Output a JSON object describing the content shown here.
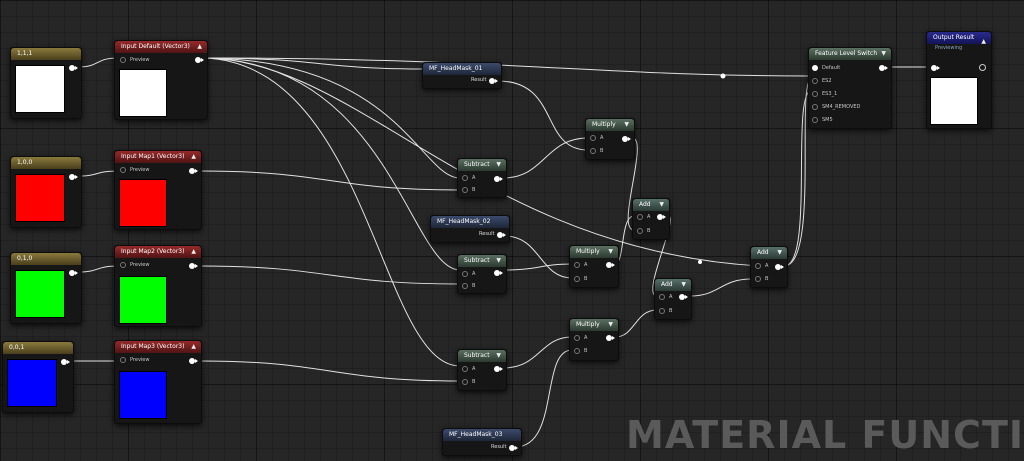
{
  "constants": [
    {
      "id": "c0",
      "title": "1,1,1",
      "color": "#ffffff"
    },
    {
      "id": "c1",
      "title": "1,0,0",
      "color": "#ff0000"
    },
    {
      "id": "c2",
      "title": "0,1,0",
      "color": "#00ff00"
    },
    {
      "id": "c3",
      "title": "0,0,1",
      "color": "#0000ff"
    }
  ],
  "inputs": [
    {
      "id": "i0",
      "title": "Input Default (Vector3)",
      "preview_label": "Preview",
      "color": "#ffffff"
    },
    {
      "id": "i1",
      "title": "Input Map1 (Vector3)",
      "preview_label": "Preview",
      "color": "#ff0000"
    },
    {
      "id": "i2",
      "title": "Input Map2 (Vector3)",
      "preview_label": "Preview",
      "color": "#00ff00"
    },
    {
      "id": "i3",
      "title": "Input Map3 (Vector3)",
      "preview_label": "Preview",
      "color": "#0000ff"
    }
  ],
  "masks": [
    {
      "id": "m0",
      "title": "MF_HeadMask_01",
      "output": "Result"
    },
    {
      "id": "m1",
      "title": "MF_HeadMask_02",
      "output": "Result"
    },
    {
      "id": "m2",
      "title": "MF_HeadMask_03",
      "output": "Result"
    }
  ],
  "subtracts": [
    {
      "id": "s0",
      "title": "Subtract",
      "pin_a": "A",
      "pin_b": "B"
    },
    {
      "id": "s1",
      "title": "Subtract",
      "pin_a": "A",
      "pin_b": "B"
    },
    {
      "id": "s2",
      "title": "Subtract",
      "pin_a": "A",
      "pin_b": "B"
    }
  ],
  "multiplies": [
    {
      "id": "x0",
      "title": "Multiply",
      "pin_a": "A",
      "pin_b": "B"
    },
    {
      "id": "x1",
      "title": "Multiply",
      "pin_a": "A",
      "pin_b": "B"
    },
    {
      "id": "x2",
      "title": "Multiply",
      "pin_a": "A",
      "pin_b": "B"
    }
  ],
  "adds": [
    {
      "id": "a0",
      "title": "Add",
      "pin_a": "A",
      "pin_b": "B"
    },
    {
      "id": "a1",
      "title": "Add",
      "pin_a": "A",
      "pin_b": "B"
    },
    {
      "id": "a2",
      "title": "Add",
      "pin_a": "A",
      "pin_b": "B"
    }
  ],
  "feature_switch": {
    "title": "Feature Level Switch",
    "pins": [
      "Default",
      "ES2",
      "ES3_1",
      "SM4_REMOVED",
      "SM5"
    ]
  },
  "output_result": {
    "title": "Output Result",
    "subtitle": "Previewing",
    "color": "#ffffff"
  },
  "watermark": "MATERIAL FUNCTI",
  "colors": {
    "wire": "#e6e6e6",
    "background": "#262626"
  }
}
